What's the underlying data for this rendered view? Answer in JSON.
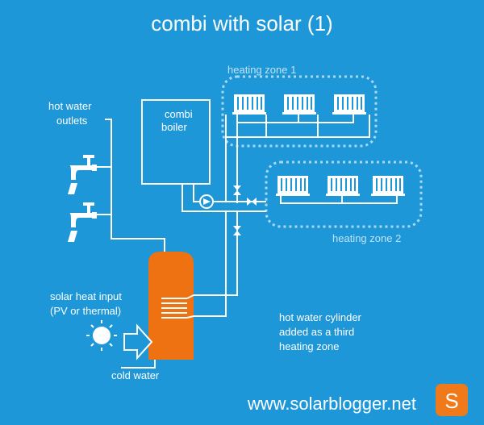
{
  "title": "combi with solar (1)",
  "labels": {
    "heating_zone_1": "heating zone 1",
    "heating_zone_2": "heating zone 2",
    "hot_water_outlets_line1": "hot water",
    "hot_water_outlets_line2": "outlets",
    "combi_boiler_line1": "combi",
    "combi_boiler_line2": "boiler",
    "solar_input_line1": "solar heat input",
    "solar_input_line2": "(PV or  thermal)",
    "cold_water": "cold water",
    "cylinder_line1": "hot water cylinder",
    "cylinder_line2": "added as a third",
    "cylinder_line3": "heating zone"
  },
  "footer": {
    "url": "www.solarblogger.net",
    "logo_letter": "S"
  },
  "colors": {
    "background": "#1e97d8",
    "cylinder": "#ee7212",
    "logo": "#f07a1a",
    "line": "#ffffff",
    "zone_border": "#a9d9f2",
    "zone_text": "#bfe3f7"
  }
}
